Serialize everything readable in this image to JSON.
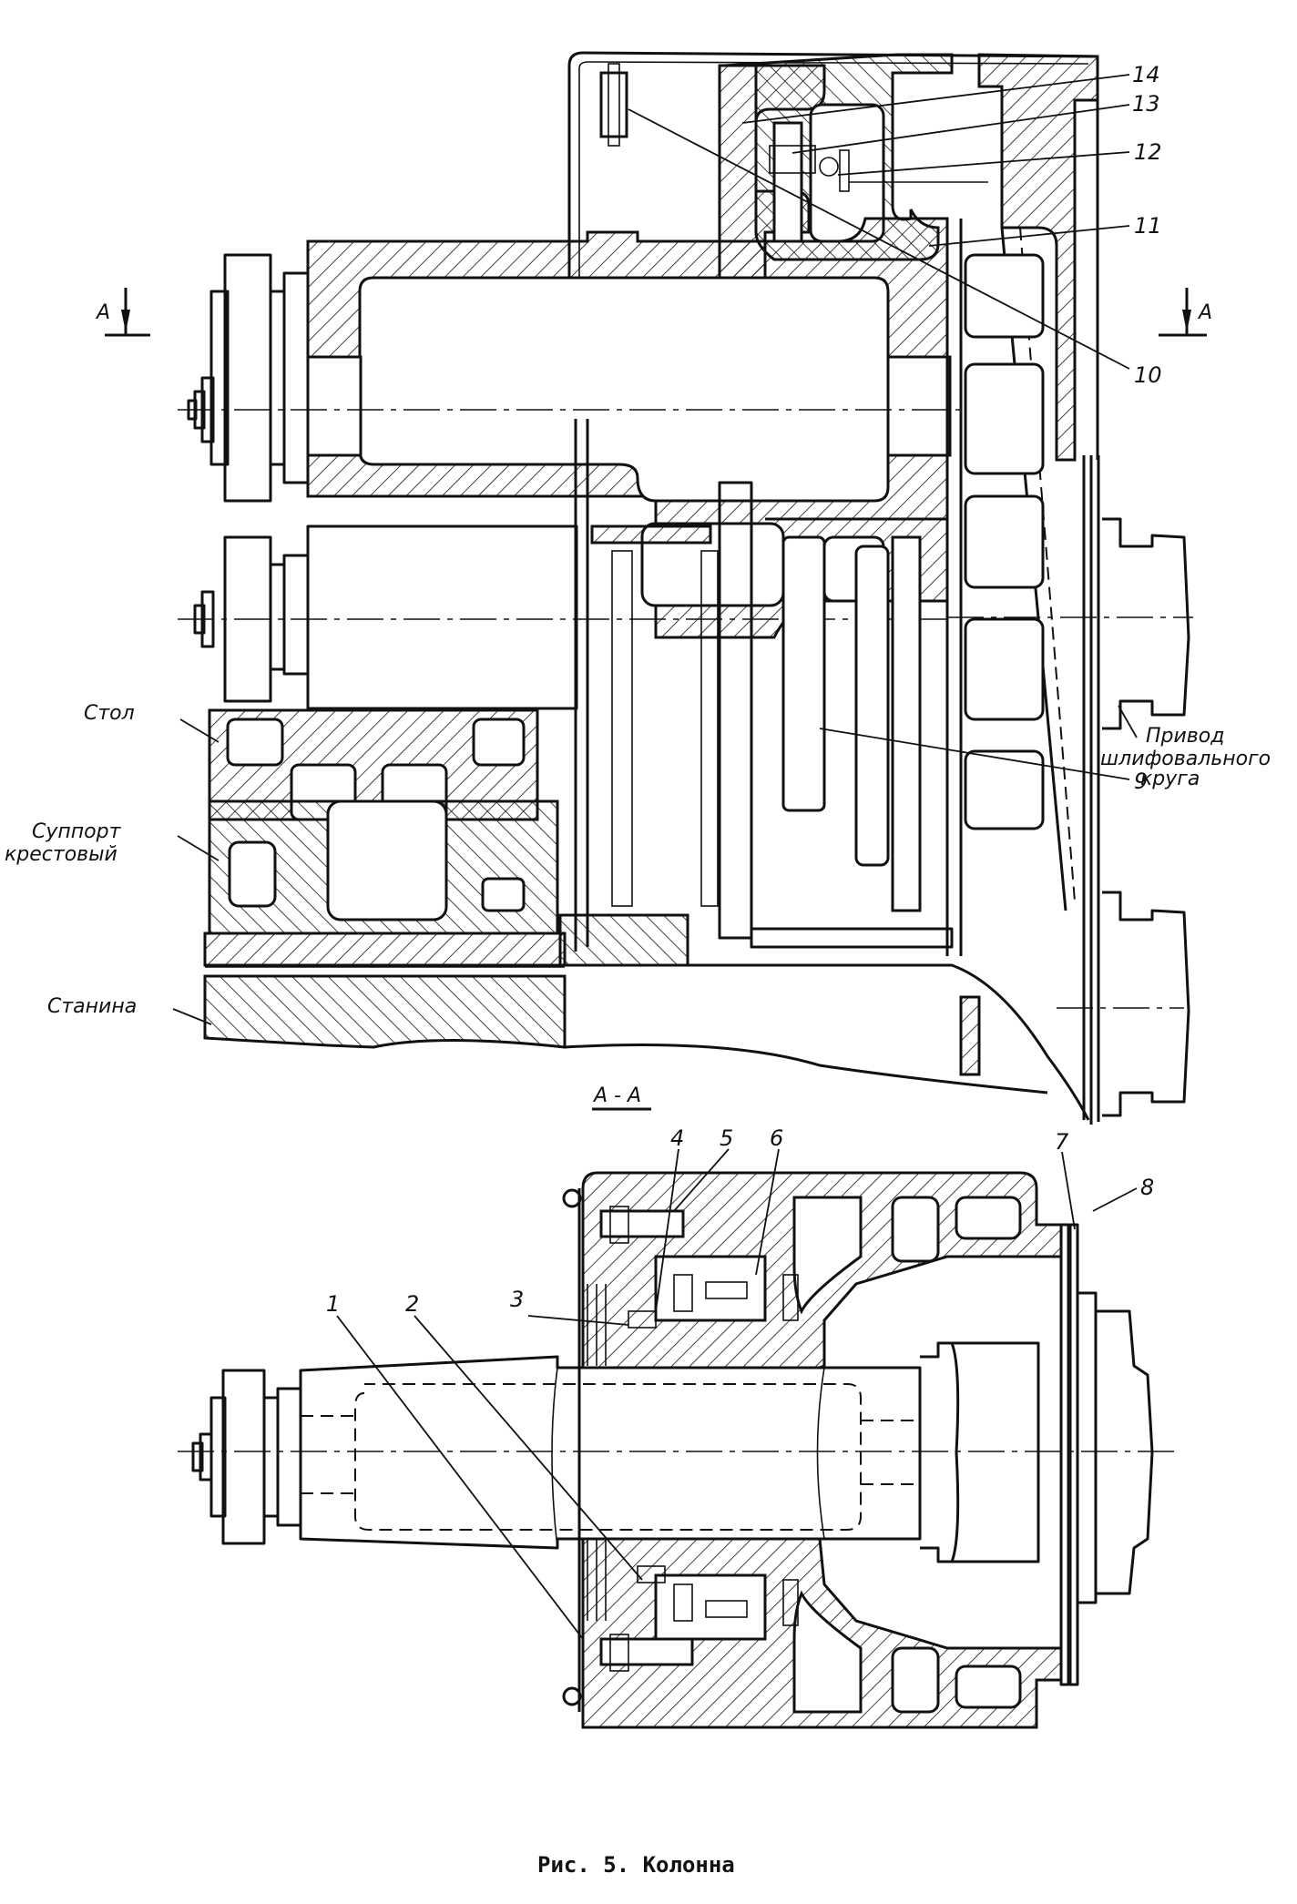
{
  "figure": {
    "caption": "Рис. 5. Колонна",
    "section_marker": "А",
    "section_title": "А - А"
  },
  "callouts": {
    "n1": "1",
    "n2": "2",
    "n3": "3",
    "n4": "4",
    "n5": "5",
    "n6": "6",
    "n7": "7",
    "n8": "8",
    "n9": "9",
    "n10": "10",
    "n11": "11",
    "n12": "12",
    "n13": "13",
    "n14": "14"
  },
  "labels": {
    "table": "Стол",
    "cross_slide_line1": "Суппорт",
    "cross_slide_line2": "крестовый",
    "bed": "Станина",
    "wheel_drive_line1": "Привод",
    "wheel_drive_line2": "шлифовального",
    "wheel_drive_line3": "круга"
  }
}
